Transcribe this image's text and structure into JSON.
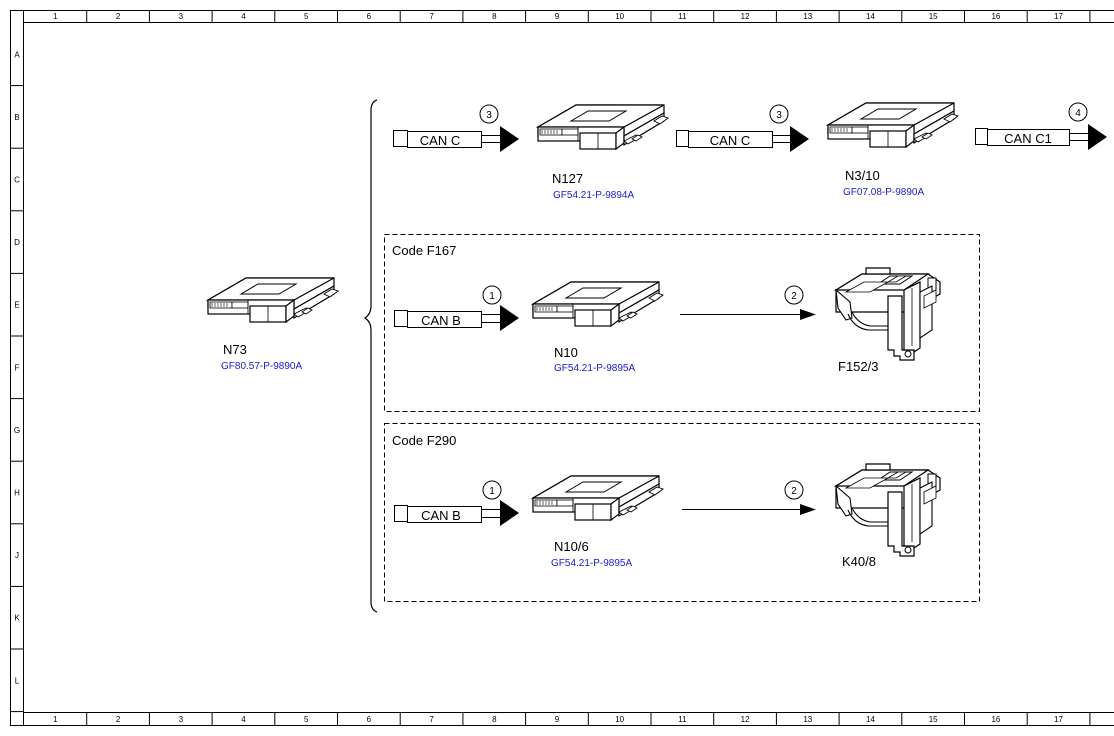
{
  "grid": {
    "columns": [
      "1",
      "2",
      "3",
      "4",
      "5",
      "6",
      "7",
      "8",
      "9",
      "10",
      "11",
      "12",
      "13",
      "14",
      "15",
      "16",
      "17"
    ],
    "rows": [
      "A",
      "B",
      "C",
      "D",
      "E",
      "F",
      "G",
      "H",
      "J",
      "K",
      "L"
    ]
  },
  "modules": {
    "n73": {
      "label": "N73",
      "ref": "GF80.57-P-9890A"
    },
    "n127": {
      "label": "N127",
      "ref": "GF54.21-P-9894A"
    },
    "n3_10": {
      "label": "N3/10",
      "ref": "GF07.08-P-9890A"
    },
    "n10": {
      "label": "N10",
      "ref": "GF54.21-P-9895A"
    },
    "n10_6": {
      "label": "N10/6",
      "ref": "GF54.21-P-9895A"
    }
  },
  "relays": {
    "f152_3": {
      "label": "F152/3"
    },
    "k40_8": {
      "label": "K40/8"
    }
  },
  "buses": {
    "bus1": {
      "label": "CAN C",
      "num": "3"
    },
    "bus2": {
      "label": "CAN C",
      "num": "3"
    },
    "bus3": {
      "label": "CAN C1",
      "num": "4"
    },
    "bus4": {
      "label": "CAN B",
      "num": "1"
    },
    "bus5": {
      "label": "CAN B",
      "num": "1"
    }
  },
  "signals": {
    "sig1": {
      "num": "2"
    },
    "sig2": {
      "num": "2"
    }
  },
  "boxes": {
    "box1": {
      "label": "Code F167"
    },
    "box2": {
      "label": "Code F290"
    }
  }
}
